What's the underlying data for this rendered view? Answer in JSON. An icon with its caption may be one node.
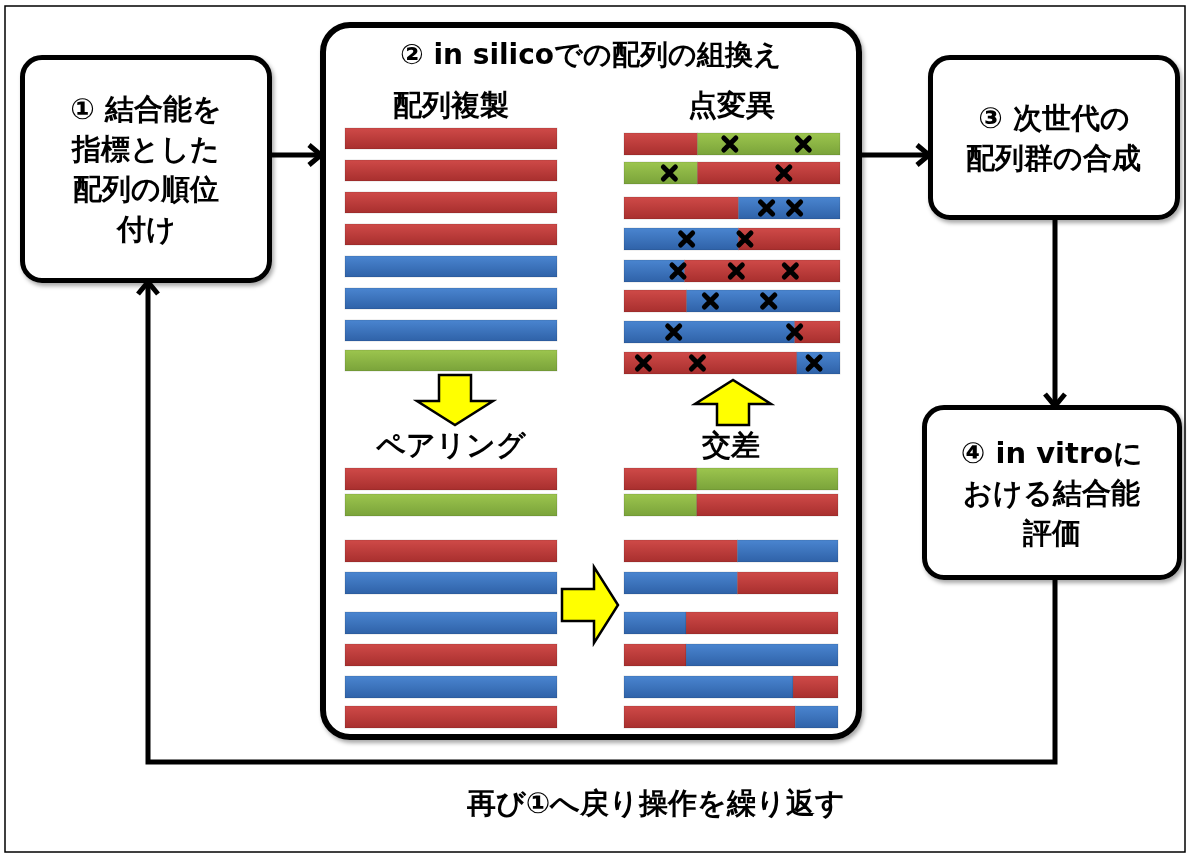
{
  "diagram": {
    "nodes": [
      {
        "text": [
          "① 結合能を指標とした配列の順位付け"
        ]
      },
      {
        "text": [
          "② in silicoでの配列の組換え"
        ]
      },
      {
        "text": [
          "③ 次世代の配列群の合成"
        ]
      },
      {
        "text": [
          "④ in vitroにおける結合能評価"
        ]
      },
      {
        "text": [
          "配列複製"
        ],
        "in": 1
      },
      {
        "text": [
          "点変異"
        ],
        "in": 1
      },
      {
        "text": [
          "ペアリング"
        ],
        "in": 1
      },
      {
        "text": [
          "交差"
        ],
        "in": 1
      }
    ],
    "edges": [
      {
        "from": 0,
        "to": 1,
        "arrow": "to"
      },
      {
        "from": 1,
        "to": 2,
        "arrow": "to"
      },
      {
        "from": 2,
        "to": 3,
        "arrow": "to"
      },
      {
        "from": 3,
        "to": 0,
        "arrow": "to",
        "label": "再び①へ戻り操作を繰り返す"
      },
      {
        "from": 4,
        "to": 6,
        "arrow": "to",
        "style": "thick",
        "color": "#ffff00"
      },
      {
        "from": 6,
        "to": 7,
        "arrow": "to",
        "style": "thick",
        "color": "#ffff00"
      },
      {
        "from": 7,
        "to": 5,
        "arrow": "to",
        "style": "thick",
        "color": "#ffff00"
      }
    ]
  }
}
